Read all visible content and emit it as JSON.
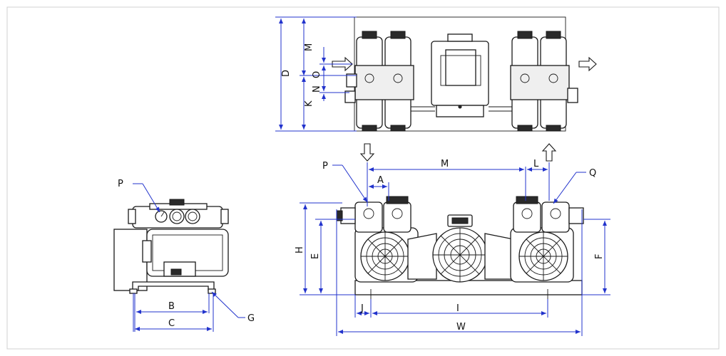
{
  "colors": {
    "dimension_line": "#2233cc",
    "outline": "#1a1a1a",
    "frame": "#d0d0d0"
  },
  "labels": {
    "top_view": {
      "D": "D",
      "M": "M",
      "O": "O",
      "N": "N",
      "K": "K"
    },
    "side_view": {
      "P": "P",
      "B": "B",
      "C": "C",
      "G": "G"
    },
    "front_view": {
      "P": "P",
      "Q": "Q",
      "A": "A",
      "M": "M",
      "L": "L",
      "H": "H",
      "E": "E",
      "F": "F",
      "J": "J",
      "I": "I",
      "W": "W"
    }
  },
  "icons": [
    "inlet-arrow-icon",
    "outlet-arrow-icon",
    "fan-grille-icon",
    "gauge-icon"
  ]
}
